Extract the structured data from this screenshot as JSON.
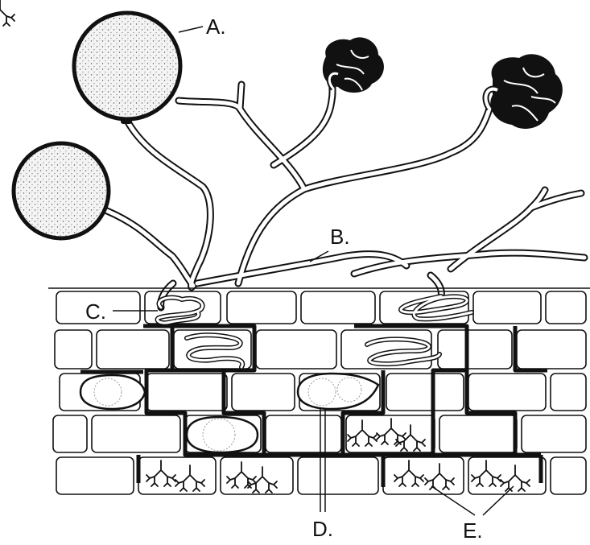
{
  "labels": {
    "a": "A.",
    "b": "B.",
    "c": "C.",
    "d": "D.",
    "e": "E."
  },
  "colors": {
    "ink": "#111111",
    "fill": "#ffffff",
    "stipple": "#555555"
  }
}
